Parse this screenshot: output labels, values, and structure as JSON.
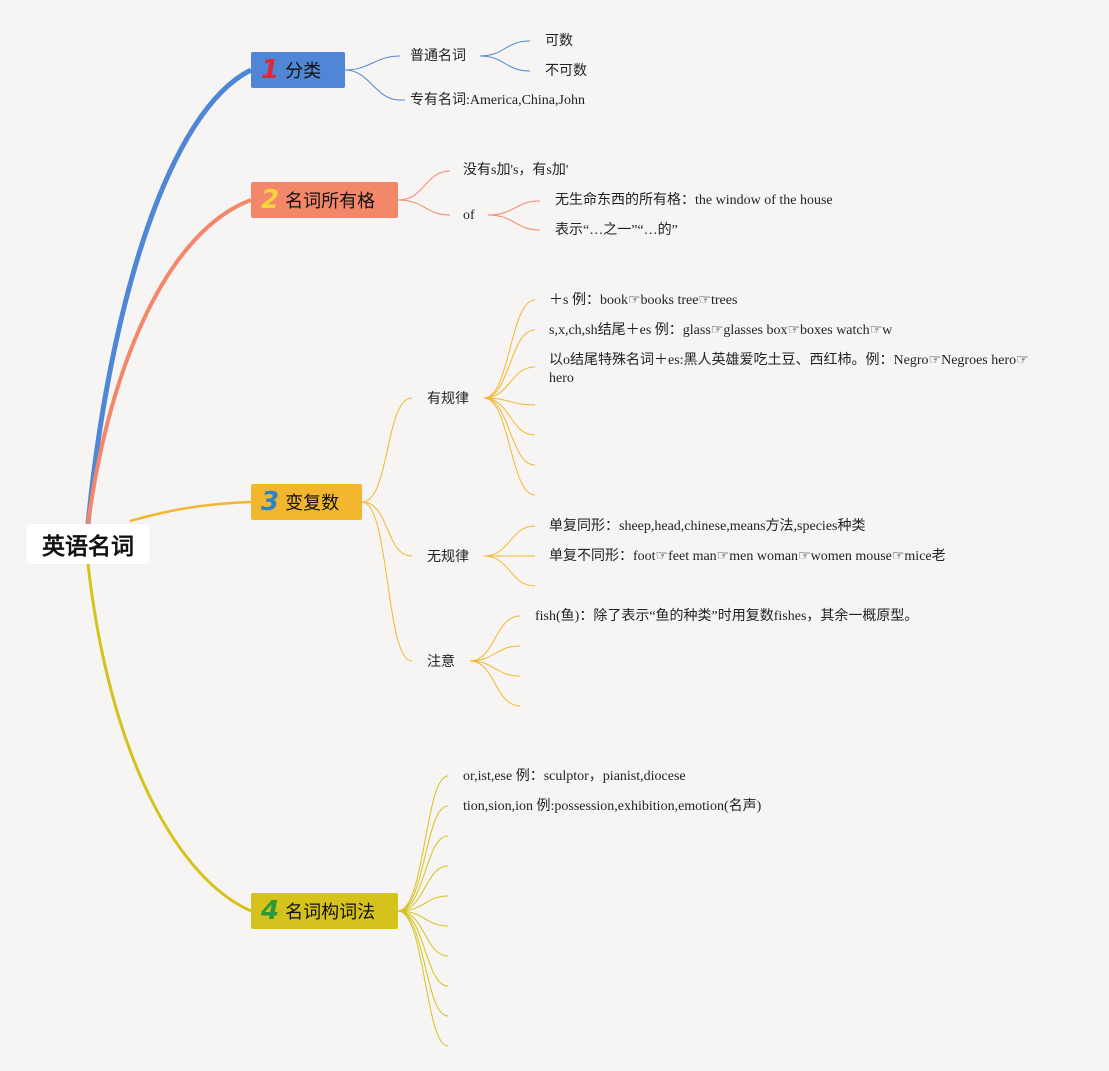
{
  "root": {
    "label": "英语名词"
  },
  "branches": [
    {
      "num": "1",
      "label": "分类",
      "color": "#4f87d6",
      "num_color": "#e0273a"
    },
    {
      "num": "2",
      "label": "名词所有格",
      "color": "#f4876a",
      "num_color": "#f5d33a"
    },
    {
      "num": "3",
      "label": "变复数",
      "color": "#f3b62f",
      "num_color": "#2b83c6"
    },
    {
      "num": "4",
      "label": "名词构词法",
      "color": "#d6c21c",
      "num_color": "#2c9a3a"
    }
  ],
  "b1": {
    "common": "普通名词",
    "countable": "可数",
    "uncountable": "不可数",
    "proper": "专有名词:America,China,John"
  },
  "b2": {
    "s_rule": "没有s加's，有s加'",
    "of": "of",
    "of_1": "无生命东西的所有格：the window of the house",
    "of_2": "表示“…之一”“…的”"
  },
  "b3": {
    "regular": "有规律",
    "regular_1": "＋s 例：book☞books tree☞trees",
    "regular_2": "s,x,ch,sh结尾＋es 例：glass☞glasses box☞boxes watch☞w",
    "regular_3": "以o结尾特殊名词＋es:黑人英雄爱吃土豆、西红柿。例：Negro☞Negroes hero☞hero",
    "irregular": "无规律",
    "irregular_1": "单复同形：sheep,head,chinese,means方法,species种类",
    "irregular_2": "单复不同形：foot☞feet man☞men woman☞women mouse☞mice老",
    "note": "注意",
    "note_1": "fish(鱼)：除了表示“鱼的种类”时用复数fishes，其余一概原型。"
  },
  "b4": {
    "item_1": "or,ist,ese 例：sculptor，pianist,diocese",
    "item_2": "tion,sion,ion 例:possession,exhibition,emotion(名声)"
  }
}
